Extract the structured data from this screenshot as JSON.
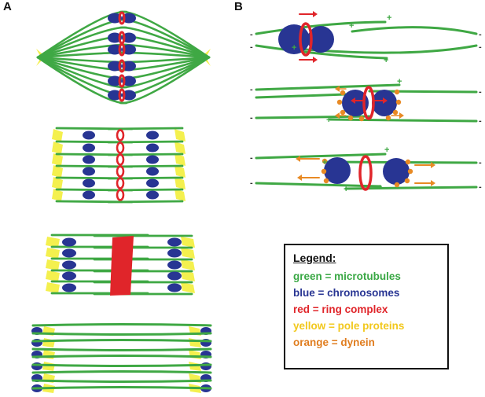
{
  "panels": {
    "a_label": "A",
    "b_label": "B"
  },
  "legend": {
    "title": "Legend:",
    "entries": [
      {
        "text": "green = microtubules",
        "color": "#3aa845"
      },
      {
        "text": "blue = chromosomes",
        "color": "#283593"
      },
      {
        "text": "red = ring complex",
        "color": "#e0252a"
      },
      {
        "text": "yellow = pole proteins",
        "color": "#f2c81d"
      },
      {
        "text": "orange = dynein",
        "color": "#e07d1f"
      }
    ]
  },
  "panel_b": {
    "minus_sign": "-",
    "plus_sign": "+"
  },
  "palette": {
    "microtubule": "#3fa844",
    "chromosome": "#283593",
    "ring": "#e0252a",
    "pole": "#f4f04e",
    "dynein": "#e88a24"
  }
}
